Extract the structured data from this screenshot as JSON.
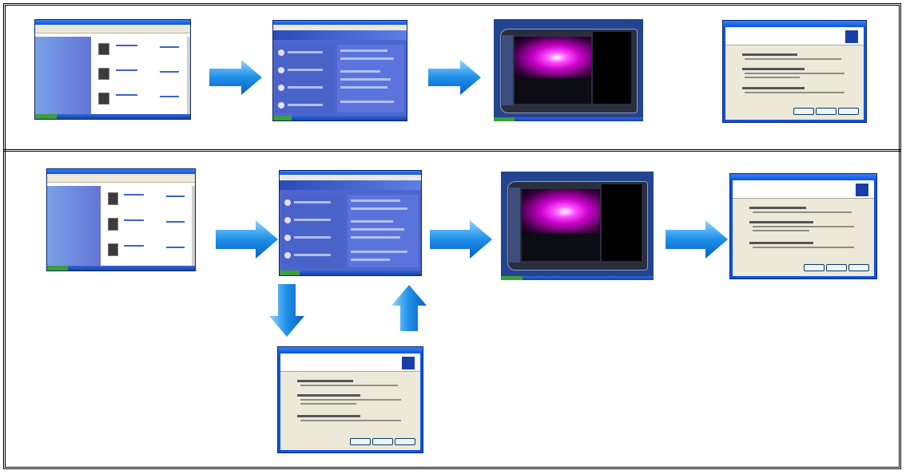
{
  "diagram": {
    "rows": [
      {
        "name": "top-row",
        "steps": [
          "explorer-window",
          "help-center",
          "media-player",
          "network-wizard"
        ]
      },
      {
        "name": "bottom-row",
        "steps": [
          "explorer-window",
          "help-center",
          "media-player",
          "network-wizard"
        ],
        "branch": "network-wizard"
      }
    ],
    "colors": {
      "arrow": "#1a8ae6",
      "arrow_light": "#6fc6ff",
      "xp_blue": "#0a54e3",
      "wizard_gray": "#ece9d8",
      "visual_pink": "#ff4cff"
    }
  }
}
